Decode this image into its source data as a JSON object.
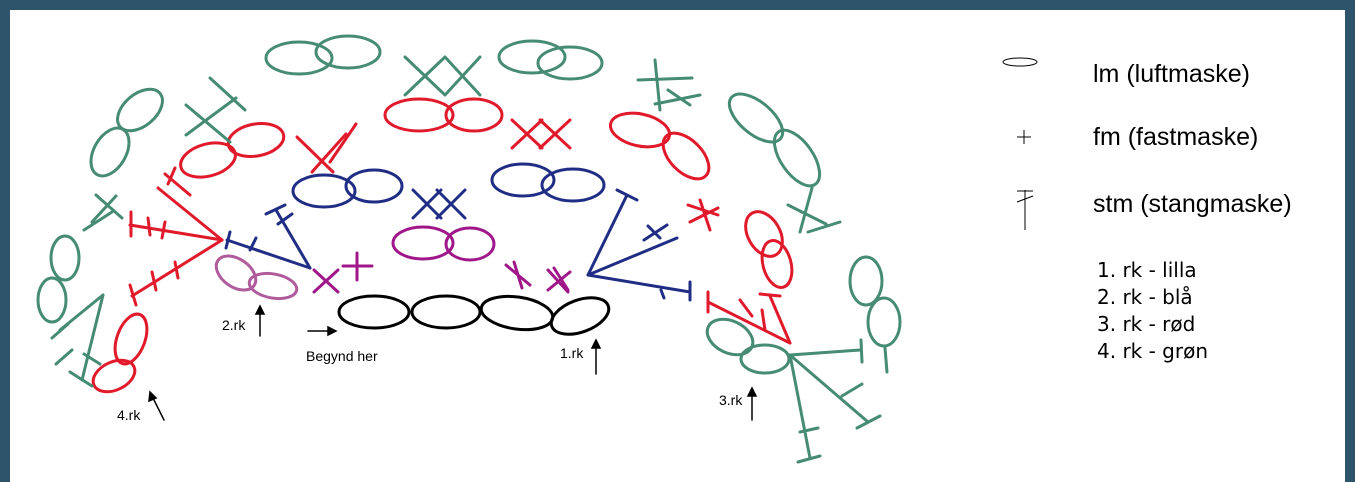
{
  "colors": {
    "frame": "#2d5468",
    "row1": "#a0178a",
    "row2": "#1f2d84",
    "row3": "#e0192b",
    "row4": "#468b73",
    "start": "#000000",
    "faded": "#b05c9c"
  },
  "annotations": {
    "start": "Begynd her",
    "r1": "1.rk",
    "r2": "2.rk",
    "r3": "3.rk",
    "r4": "4.rk"
  },
  "legend": {
    "items": [
      {
        "symbol": "oval-icon",
        "label": "lm (luftmaske)"
      },
      {
        "symbol": "plus-icon",
        "label": "fm (fastmaske)"
      },
      {
        "symbol": "double-crochet-icon",
        "label": "stm (stangmaske)"
      }
    ],
    "rows": [
      "1. rk - lilla",
      "2. rk - blå",
      "3. rk - rød",
      "4. rk - grøn"
    ]
  }
}
